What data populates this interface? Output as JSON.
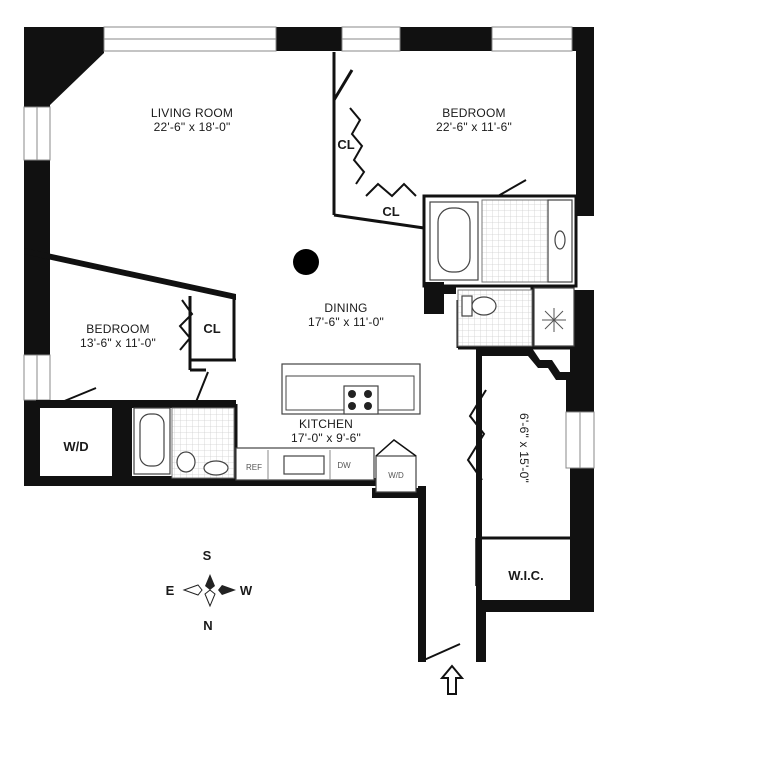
{
  "rooms": {
    "living_room": {
      "name": "LIVING ROOM",
      "dims": "22'-6\" x 18'-0\""
    },
    "bedroom_1": {
      "name": "BEDROOM",
      "dims": "22'-6\" x 11'-6\""
    },
    "dining": {
      "name": "DINING",
      "dims": "17'-6\" x 11'-0\""
    },
    "bedroom_2": {
      "name": "BEDROOM",
      "dims": "13'-6\" x 11'-0\""
    },
    "kitchen": {
      "name": "KITCHEN",
      "dims": "17'-0\" x 9'-6\""
    },
    "foyer": {
      "dims": "6'-6\" x 15'-0\""
    }
  },
  "labels": {
    "closet_1": "CL",
    "closet_2": "CL",
    "closet_3": "CL",
    "laundry_1": "W/D",
    "laundry_2": "W/D",
    "walk_in_closet": "W.I.C.",
    "refrigerator": "REF",
    "dishwasher": "DW"
  },
  "compass": {
    "north": "N",
    "south": "S",
    "east": "E",
    "west": "W"
  },
  "colors": {
    "wall": "#111111",
    "fixture": "#444444",
    "background": "#ffffff"
  },
  "icons": {
    "entry": "arrow-up-icon",
    "compass": "compass-rose-icon"
  }
}
